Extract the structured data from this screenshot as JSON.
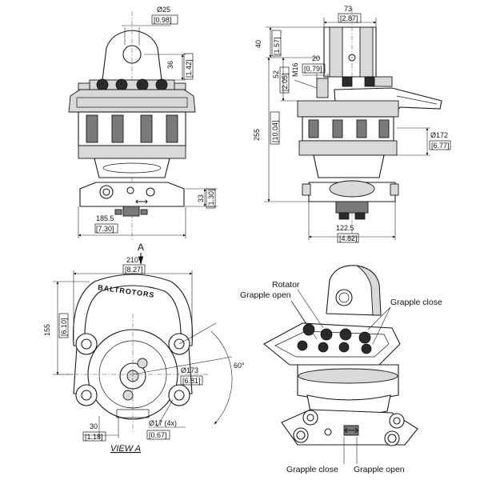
{
  "dimensions": {
    "dia25_mm": "Ø25",
    "dia25_in": "[0.98]",
    "h36_mm": "36",
    "h36_in": "[1.42]",
    "h33_mm": "33",
    "h33_in": "[1.30]",
    "w185_mm": "185.5",
    "w185_in": "[7.30]",
    "w73_mm": "73",
    "w73_in": "[2.87]",
    "h40_mm": "40",
    "h40_in": "[1.57]",
    "h52_mm": "52",
    "h52_in": "[2.05]",
    "m16": "M16",
    "w20_mm": "20",
    "w20_in": "[0.79]",
    "h255_mm": "255",
    "h255_in": "[10.04]",
    "dia172_mm": "Ø172",
    "dia172_in": "[6.77]",
    "w122_mm": "122.5",
    "w122_in": "[4.82]",
    "w210_mm": "210",
    "w210_in": "[8.27]",
    "h155_mm": "155",
    "h155_in": "[6.10]",
    "dia173_mm": "Ø173",
    "dia173_in": "[6.81]",
    "angle": "60°",
    "w30_mm": "30",
    "w30_in": "[1.18]",
    "dia17_mm": "Ø17 (4x)",
    "dia17_in": "[0.67]"
  },
  "section_marker": "A",
  "view_label": "VIEW A",
  "brand_text": "BALTROTORS",
  "callouts": {
    "rotator": "Rotator",
    "grapple_open_top": "Grapple open",
    "grapple_close_top": "Grapple close",
    "grapple_close_bottom": "Grapple close",
    "grapple_open_bottom": "Grapple open"
  }
}
